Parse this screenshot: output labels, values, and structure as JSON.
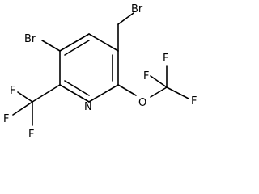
{
  "molecule": {
    "atoms": {
      "br_ring": "Br",
      "br_methyl": "Br",
      "n_ring": "N",
      "o_ether": "O",
      "f1": "F",
      "f2": "F",
      "f3": "F",
      "f4": "F",
      "f5": "F",
      "f6": "F"
    }
  }
}
